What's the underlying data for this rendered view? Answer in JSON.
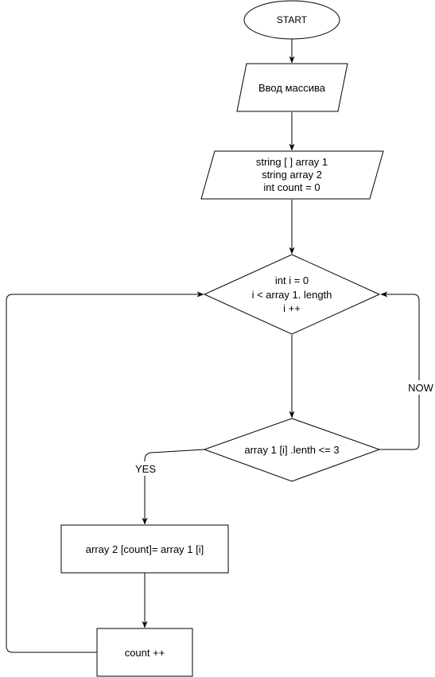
{
  "nodes": {
    "start": {
      "label": "START"
    },
    "input_array": {
      "label": "Ввод массива"
    },
    "declarations": {
      "lines": [
        "string [ ] array 1",
        "string array 2",
        "int count = 0"
      ]
    },
    "loop": {
      "lines": [
        "int i = 0",
        "i < array 1. length",
        "i ++"
      ]
    },
    "condition": {
      "label": "array 1 [i] .lenth <= 3"
    },
    "assign": {
      "label": "array 2 [count]= array 1 [i]"
    },
    "increment": {
      "label": "count ++"
    }
  },
  "edges": {
    "yes_label": "YES",
    "no_label": "NOW"
  }
}
